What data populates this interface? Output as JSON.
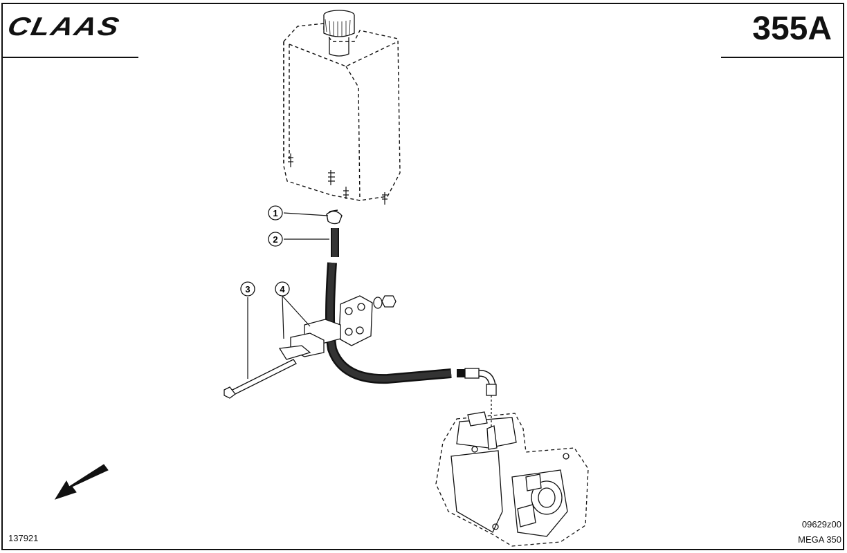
{
  "header": {
    "logo_text": "CLAAS",
    "page_code": "355A"
  },
  "footer": {
    "drawing_number": "137921",
    "reference_code": "09629z00",
    "model": "MEGA 350"
  },
  "callouts": [
    {
      "label": "1",
      "part": "hose-clamp"
    },
    {
      "label": "2",
      "part": "hose"
    },
    {
      "label": "3",
      "part": "bolt"
    },
    {
      "label": "4",
      "part": "hose-holder-clamp"
    }
  ],
  "icons": {
    "direction_arrow": "arrow-down-left-icon"
  }
}
